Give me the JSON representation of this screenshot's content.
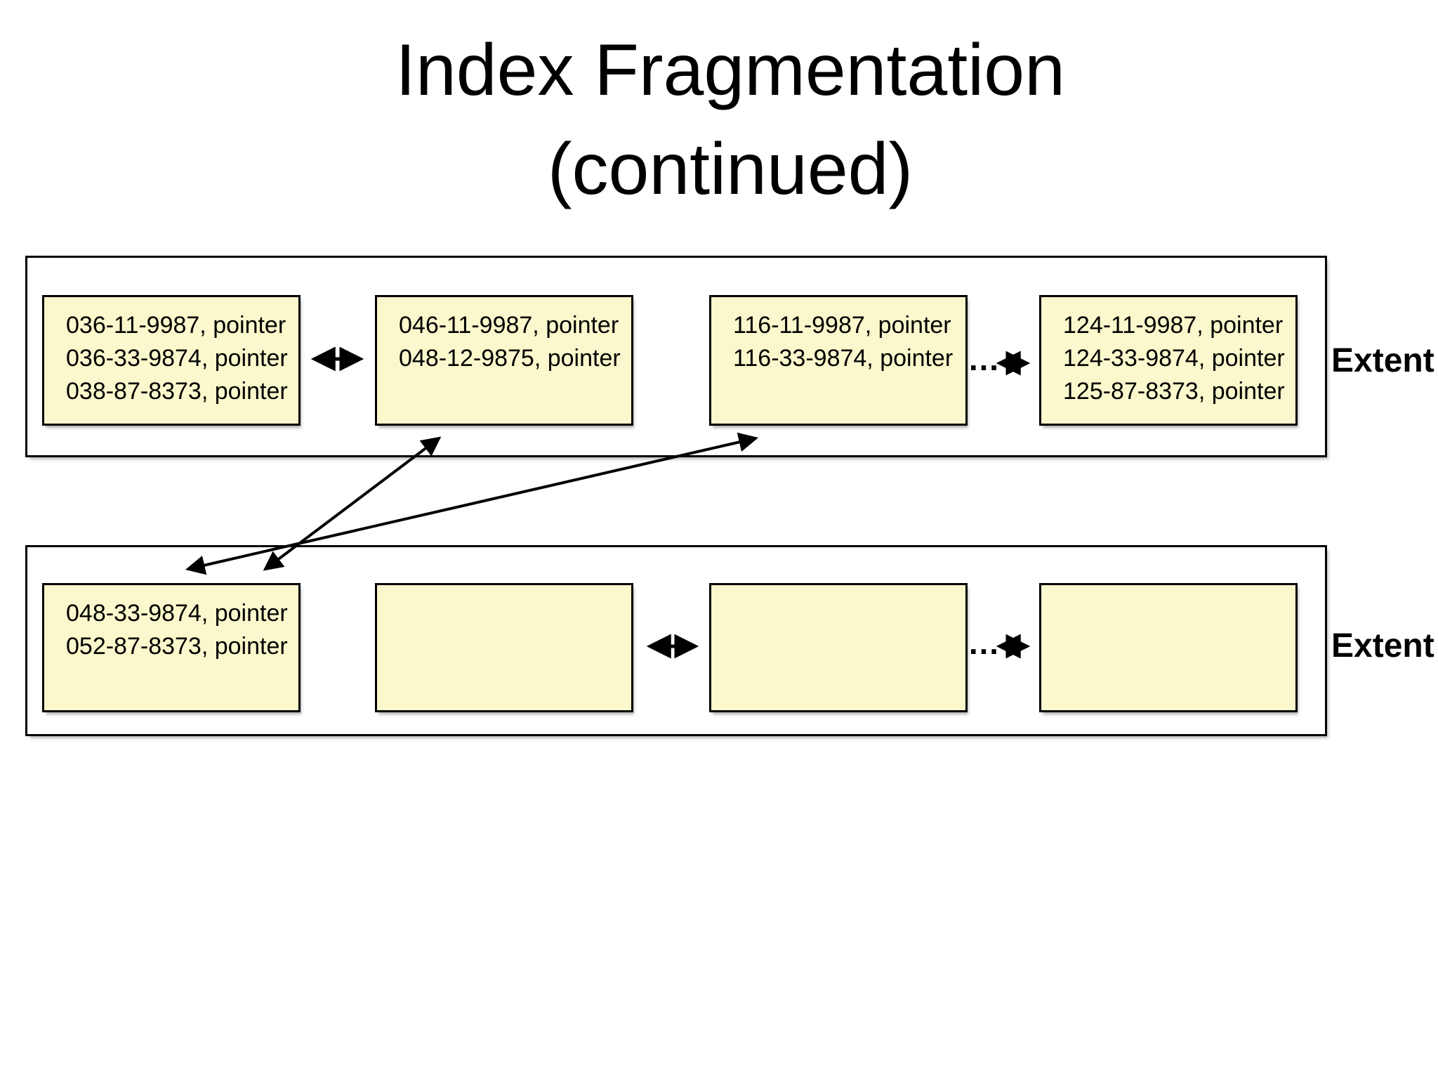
{
  "title": {
    "line1": "Index Fragmentation",
    "line2": "(continued)"
  },
  "top_extent": {
    "label": "Extent",
    "ellipsis": "…",
    "pages": [
      {
        "lines": [
          "036-11-9987, pointer",
          "036-33-9874, pointer",
          "038-87-8373, pointer"
        ]
      },
      {
        "lines": [
          "046-11-9987, pointer",
          "048-12-9875, pointer"
        ]
      },
      {
        "lines": [
          "116-11-9987, pointer",
          "116-33-9874, pointer"
        ]
      },
      {
        "lines": [
          "124-11-9987, pointer",
          "124-33-9874, pointer",
          "125-87-8373, pointer"
        ]
      }
    ]
  },
  "bottom_extent": {
    "label": "Extent",
    "ellipsis": "…",
    "pages": [
      {
        "lines": [
          "048-33-9874, pointer",
          "052-87-8373, pointer"
        ]
      },
      {
        "lines": []
      },
      {
        "lines": []
      },
      {
        "lines": []
      }
    ]
  },
  "colors": {
    "page_fill": "#FAF8CC",
    "line": "#000000",
    "background": "#FFFFFF"
  }
}
